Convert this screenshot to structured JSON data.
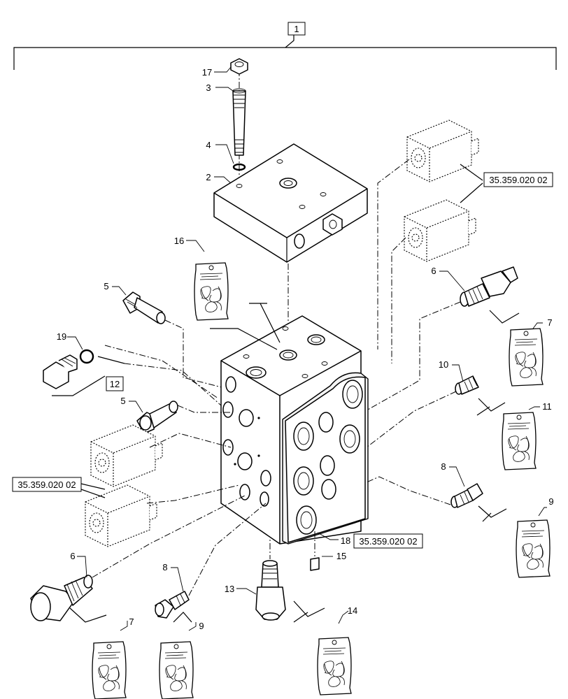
{
  "labels": {
    "l1": "1",
    "l2": "2",
    "l3": "3",
    "l4": "4",
    "l5a": "5",
    "l5b": "5",
    "l6a": "6",
    "l6b": "6",
    "l7a": "7",
    "l7b": "7",
    "l8a": "8",
    "l8b": "8",
    "l9a": "9",
    "l9b": "9",
    "l10": "10",
    "l11": "11",
    "l12": "12",
    "l13": "13",
    "l14": "14",
    "l15": "15",
    "l16": "16",
    "l17": "17",
    "l18": "18",
    "l19": "19"
  },
  "references": {
    "ref_top_right": "35.359.020 02",
    "ref_left": "35.359.020 02",
    "ref_bottom": "35.359.020 02"
  },
  "icons": [
    "seal-kit-bag-icon",
    "solenoid-coil-icon",
    "valve-block-icon",
    "stud-bolt-icon",
    "hex-nut-icon"
  ]
}
